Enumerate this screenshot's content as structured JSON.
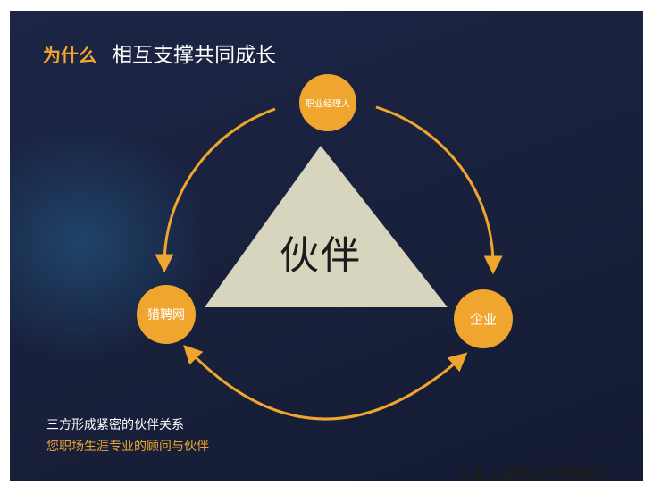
{
  "title": {
    "lead": "为什么",
    "main": "相互支撑共同成长"
  },
  "diagram": {
    "center_label": "伙伴",
    "nodes": [
      {
        "id": "top",
        "label": "职业经理人"
      },
      {
        "id": "left",
        "label": "猎聘网"
      },
      {
        "id": "right",
        "label": "企业"
      }
    ],
    "colors": {
      "accent": "#f0a52e",
      "triangle": "#d8d5bf",
      "background": "#18203b"
    }
  },
  "captions": {
    "line1": "三方形成紧密的伙伴关系",
    "line2": "您职场生涯专业的顾问与伙伴"
  },
  "watermark": "头条 @品牌设计师曹骏彤"
}
